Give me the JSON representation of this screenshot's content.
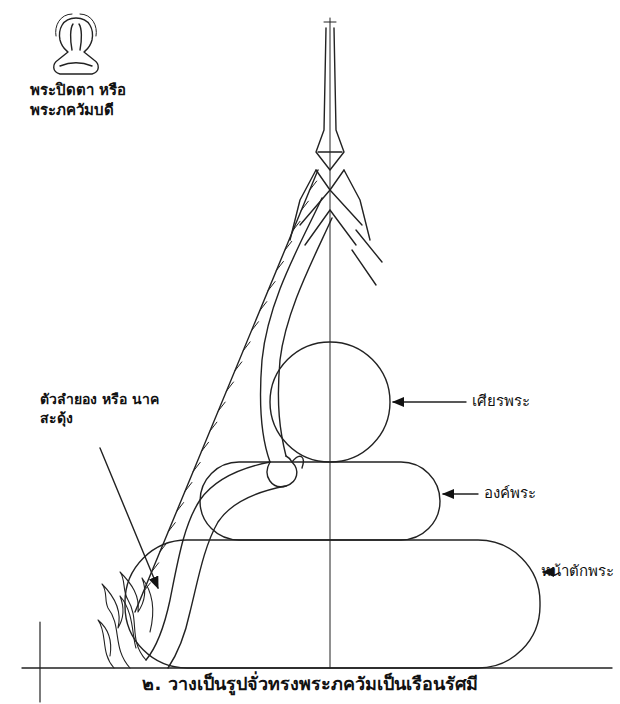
{
  "diagram": {
    "caption": "๒. วางเป็นรูปจั่วทรงพระภควัมเป็นเรือนรัศมี",
    "labels": [
      "พระปิดตา หรือ พระภควัมบดี",
      "ตัวลำยอง หรือ นาคสะดุ้ง",
      "เศียรพระ",
      "องค์พระ",
      "หน้าตักพระ"
    ]
  }
}
